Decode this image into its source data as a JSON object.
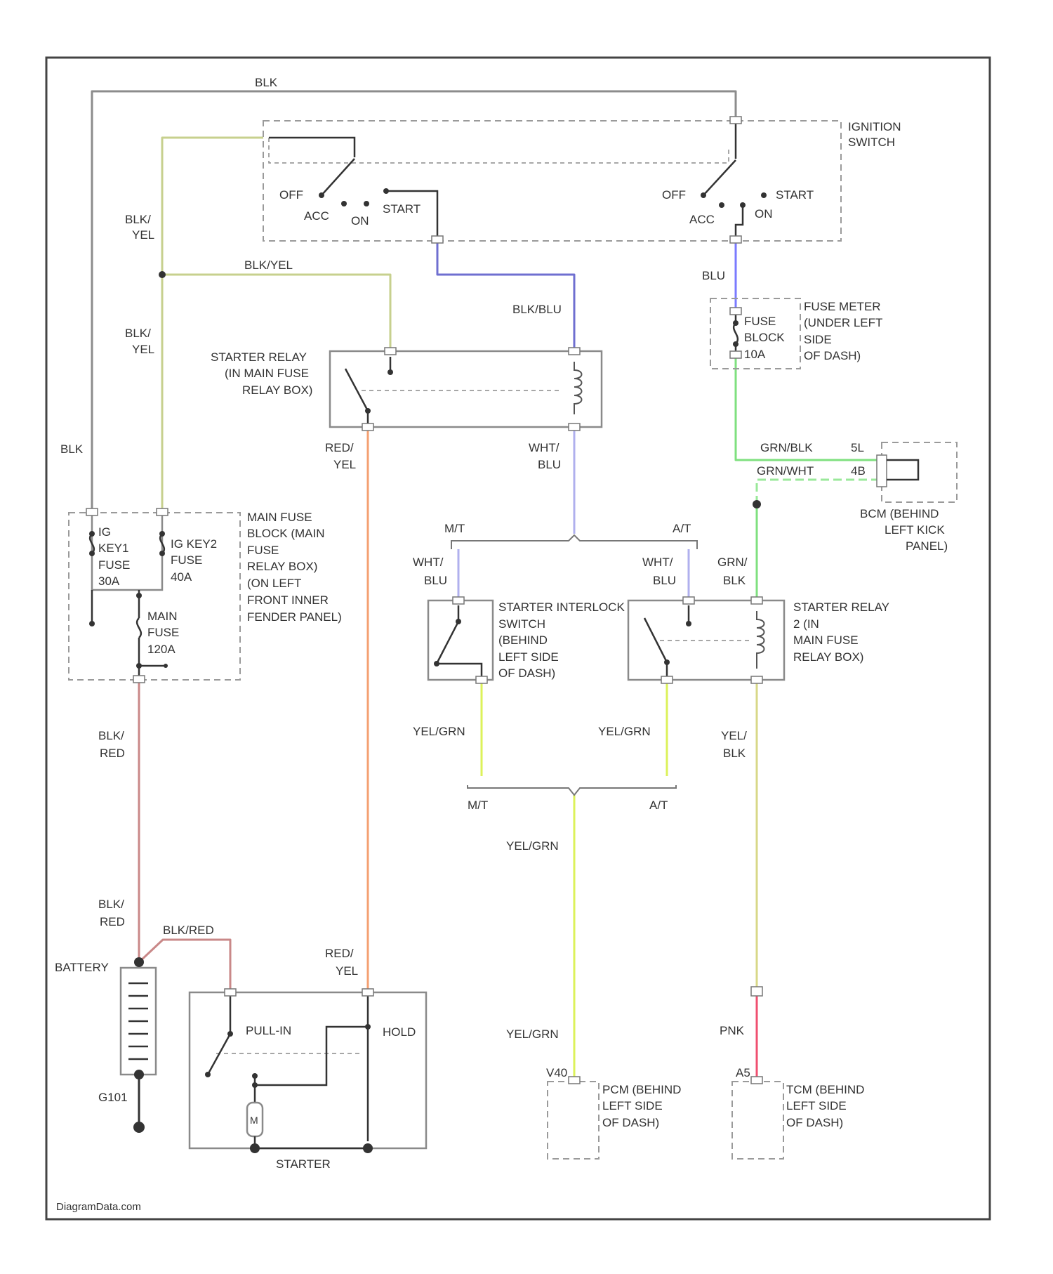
{
  "colors": {
    "BLK": "#8c8c8c",
    "BLK_YEL": "#c7d08e",
    "BLK_BLU": "#6f6fd0",
    "BLU": "#7a7aff",
    "GRN_BLK": "#7fe07f",
    "GRN_WHT": "#9ae89a",
    "RED_YEL": "#f4a072",
    "WHT_BLU": "#b0b0ee",
    "YEL_GRN": "#dcf25a",
    "YEL_BLK": "#d8d888",
    "BLK_RED": "#c98888",
    "PNK": "#f05070"
  },
  "wire_labels": {
    "blk_top": "BLK",
    "blk_yel_1a": "BLK/",
    "blk_yel_1b": "YEL",
    "blk_yel_h": "BLK/YEL",
    "blk_yel_2a": "BLK/",
    "blk_yel_2b": "YEL",
    "blk_left": "BLK",
    "blk_blu": "BLK/BLU",
    "blu": "BLU",
    "red_yel_1a": "RED/",
    "red_yel_1b": "YEL",
    "wht_blu_1a": "WHT/",
    "wht_blu_1b": "BLU",
    "grn_blk": "GRN/BLK",
    "grn_wht": "GRN/WHT",
    "wht_blu_2a": "WHT/",
    "wht_blu_2b": "BLU",
    "wht_blu_3a": "WHT/",
    "wht_blu_3b": "BLU",
    "grn_blk_2a": "GRN/",
    "grn_blk_2b": "BLK",
    "blk_red_1a": "BLK/",
    "blk_red_1b": "RED",
    "yel_grn_1": "YEL/GRN",
    "yel_grn_2": "YEL/GRN",
    "yel_blk_a": "YEL/",
    "yel_blk_b": "BLK",
    "yel_grn_3": "YEL/GRN",
    "blk_red_2a": "BLK/",
    "blk_red_2b": "RED",
    "blk_red_h": "BLK/RED",
    "red_yel_2a": "RED/",
    "red_yel_2b": "YEL",
    "yel_grn_4": "YEL/GRN",
    "pnk": "PNK"
  },
  "pins": {
    "pin_5l": "5L",
    "pin_4b": "4B",
    "pin_v40": "V40",
    "pin_a5": "A5"
  },
  "transmission": {
    "mt_1": "M/T",
    "at_1": "A/T",
    "mt_2": "M/T",
    "at_2": "A/T"
  },
  "ignition_switch": {
    "label": [
      "IGNITION",
      "SWITCH"
    ],
    "left": {
      "off": "OFF",
      "acc": "ACC",
      "on": "ON",
      "start": "START"
    },
    "right": {
      "off": "OFF",
      "acc": "ACC",
      "on": "ON",
      "start": "START"
    }
  },
  "fuse_meter": {
    "inner": [
      "FUSE",
      "BLOCK",
      "10A"
    ],
    "label": [
      "FUSE METER",
      "(UNDER LEFT",
      "SIDE",
      "OF DASH)"
    ]
  },
  "starter_relay_1": {
    "label": [
      "STARTER RELAY",
      "(IN MAIN FUSE",
      "RELAY BOX)"
    ]
  },
  "bcm": {
    "label": [
      "BCM (BEHIND",
      "LEFT KICK",
      "PANEL)"
    ]
  },
  "main_fuse_block": {
    "fuse_left": [
      "IG",
      "KEY1",
      "FUSE",
      "30A"
    ],
    "fuse_right": [
      "IG KEY2",
      "FUSE",
      "40A"
    ],
    "main_fuse": [
      "MAIN",
      "FUSE",
      "120A"
    ],
    "label": [
      "MAIN FUSE",
      "BLOCK (MAIN",
      "FUSE",
      "RELAY BOX)",
      "(ON LEFT",
      "FRONT INNER",
      "FENDER PANEL)"
    ]
  },
  "interlock": {
    "label": [
      "STARTER INTERLOCK",
      "SWITCH",
      "(BEHIND",
      "LEFT SIDE",
      "OF DASH)"
    ]
  },
  "starter_relay_2": {
    "label": [
      "STARTER RELAY",
      "2 (IN",
      "MAIN FUSE",
      "RELAY BOX)"
    ]
  },
  "battery": {
    "label": "BATTERY"
  },
  "ground": {
    "label": "G101"
  },
  "starter": {
    "label": "STARTER",
    "pull_in": "PULL-IN",
    "hold": "HOLD",
    "motor": "M"
  },
  "pcm": {
    "label": [
      "PCM (BEHIND",
      "LEFT SIDE",
      "OF DASH)"
    ]
  },
  "tcm": {
    "label": [
      "TCM (BEHIND",
      "LEFT SIDE",
      "OF DASH)"
    ]
  },
  "footer": {
    "credit": "DiagramData.com"
  }
}
